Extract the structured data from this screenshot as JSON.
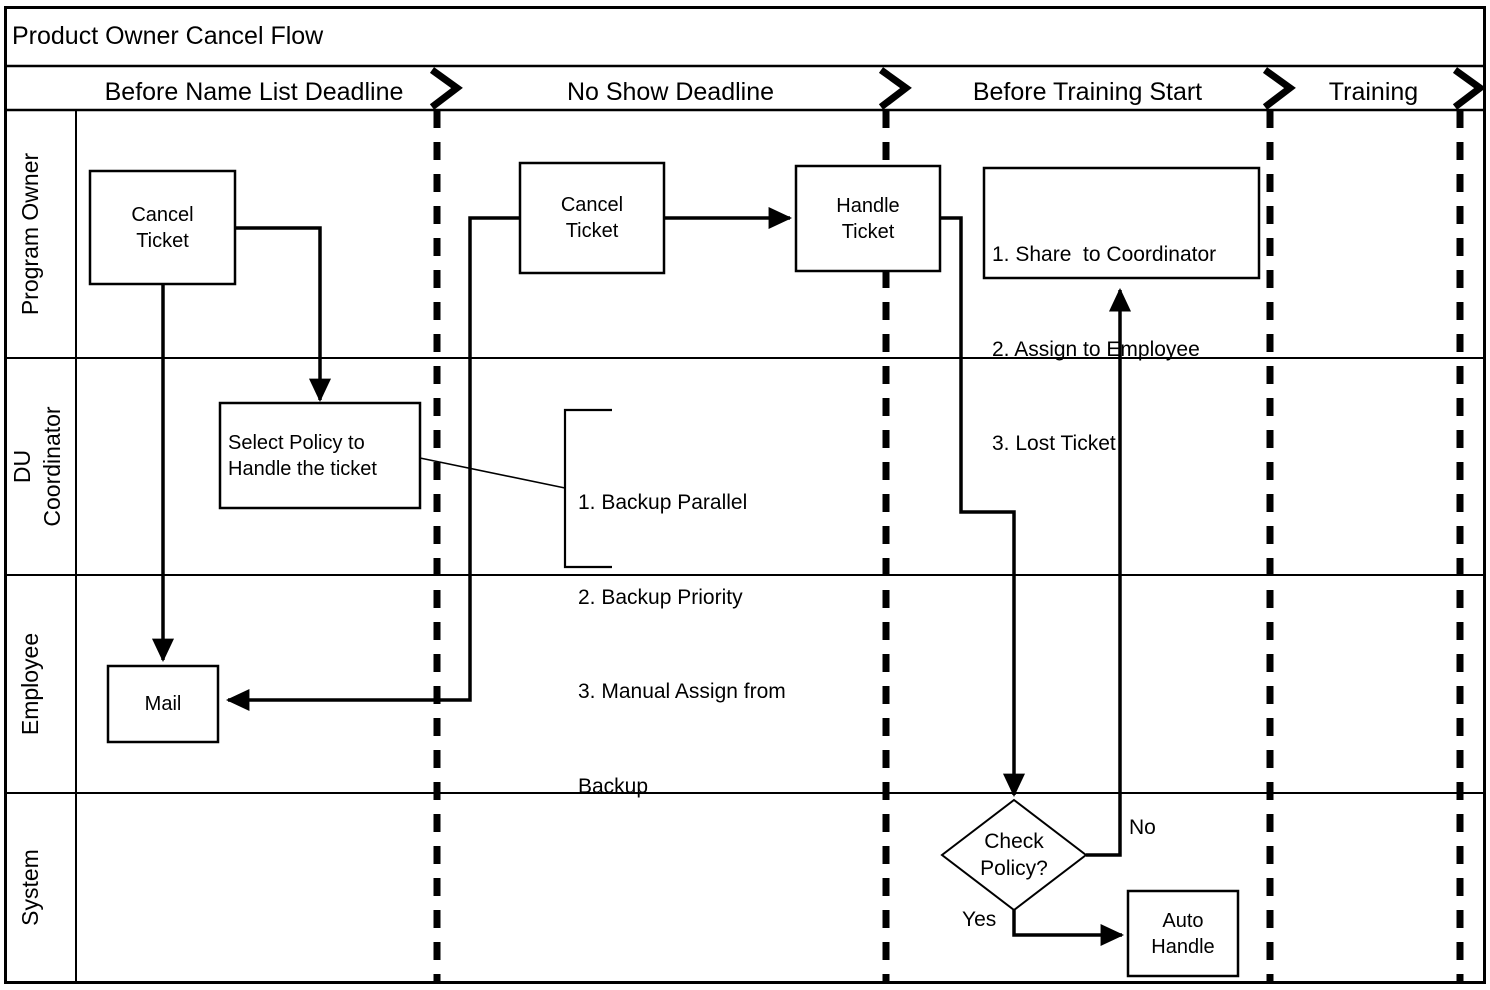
{
  "diagram": {
    "title": "Product Owner Cancel Flow",
    "type": "swimlane-cross-functional-flowchart",
    "stroke_color": "#000000",
    "background_color": "#ffffff"
  },
  "phases": [
    {
      "label": "Before Name List Deadline"
    },
    {
      "label": "No Show Deadline"
    },
    {
      "label": "Before Training Start"
    },
    {
      "label": "Training"
    }
  ],
  "lanes": [
    {
      "label": "Program Owner"
    },
    {
      "label": "DU\nCoordinator"
    },
    {
      "label": "Employee"
    },
    {
      "label": "System"
    }
  ],
  "nodes": {
    "cancel_ticket_1": {
      "label": "Cancel\nTicket",
      "shape": "rectangle",
      "lane": "Program Owner",
      "phase": "Before Name List Deadline"
    },
    "cancel_ticket_2": {
      "label": "Cancel\nTicket",
      "shape": "rectangle",
      "lane": "Program Owner",
      "phase": "No Show Deadline"
    },
    "handle_ticket": {
      "label": "Handle\nTicket",
      "shape": "rectangle",
      "lane": "Program Owner",
      "phase": "No Show Deadline"
    },
    "select_policy": {
      "label": "Select Policy to\nHandle the ticket",
      "shape": "rectangle",
      "lane": "DU Coordinator",
      "phase": "Before Name List Deadline"
    },
    "mail": {
      "label": "Mail",
      "shape": "rectangle",
      "lane": "Employee",
      "phase": "Before Name List Deadline"
    },
    "check_policy": {
      "label": "Check\nPolicy?",
      "shape": "diamond",
      "lane": "System",
      "phase": "Before Training Start"
    },
    "auto_handle": {
      "label": "Auto\nHandle",
      "shape": "rectangle",
      "lane": "System",
      "phase": "Before Training Start"
    }
  },
  "notes": {
    "owner_options": {
      "shape": "bordered-box",
      "lane": "Program Owner",
      "phase": "Before Training Start",
      "lines": [
        "1. Share  to Coordinator",
        "2. Assign to Employee",
        "3. Lost Ticket"
      ]
    },
    "policy_options": {
      "shape": "bracket-note",
      "lane": "DU Coordinator",
      "phase": "No Show Deadline",
      "lines": [
        "1. Backup Parallel",
        "2. Backup Priority",
        "3. Manual Assign from",
        "Backup"
      ]
    }
  },
  "edge_labels": {
    "no": "No",
    "yes": "Yes"
  }
}
